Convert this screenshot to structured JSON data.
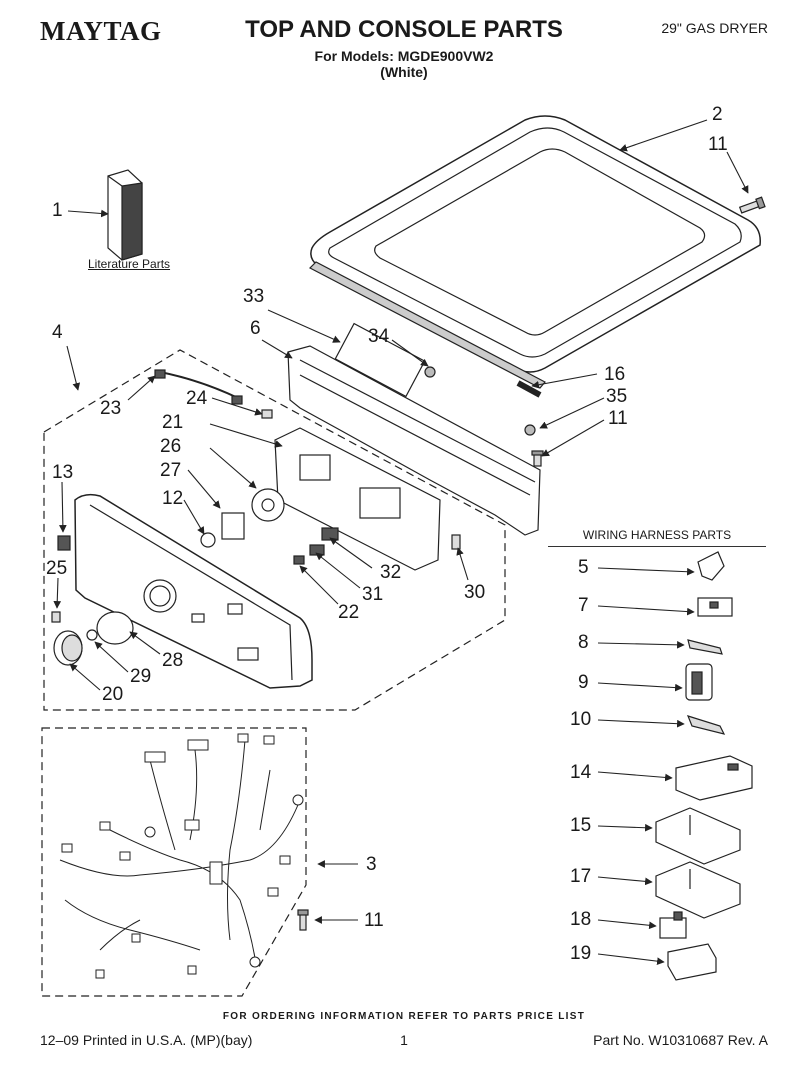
{
  "header": {
    "brand": "MAYTAG",
    "title": "TOP AND CONSOLE PARTS",
    "subtitle": "For Models: MGDE900VW2",
    "color": "(White)",
    "model_type": "29\" GAS DRYER"
  },
  "literature_label": "Literature Parts",
  "harness_heading": "WIRING HARNESS PARTS",
  "callouts": {
    "c1": "1",
    "c2": "2",
    "c3": "3",
    "c4": "4",
    "c5": "5",
    "c6": "6",
    "c7": "7",
    "c8": "8",
    "c9": "9",
    "c10": "10",
    "c11a": "11",
    "c11b": "11",
    "c11c": "11",
    "c12": "12",
    "c13": "13",
    "c14": "14",
    "c15": "15",
    "c16": "16",
    "c17": "17",
    "c18": "18",
    "c19": "19",
    "c20": "20",
    "c21": "21",
    "c22": "22",
    "c23": "23",
    "c24": "24",
    "c25": "25",
    "c26": "26",
    "c27": "27",
    "c28": "28",
    "c29": "29",
    "c30": "30",
    "c31": "31",
    "c32": "32",
    "c33": "33",
    "c34": "34",
    "c35": "35"
  },
  "footer": {
    "order_info": "FOR ORDERING INFORMATION REFER TO PARTS PRICE LIST",
    "printed": "12–09 Printed in U.S.A. (MP)(bay)",
    "page": "1",
    "part_no": "Part No. W10310687 Rev. A"
  }
}
